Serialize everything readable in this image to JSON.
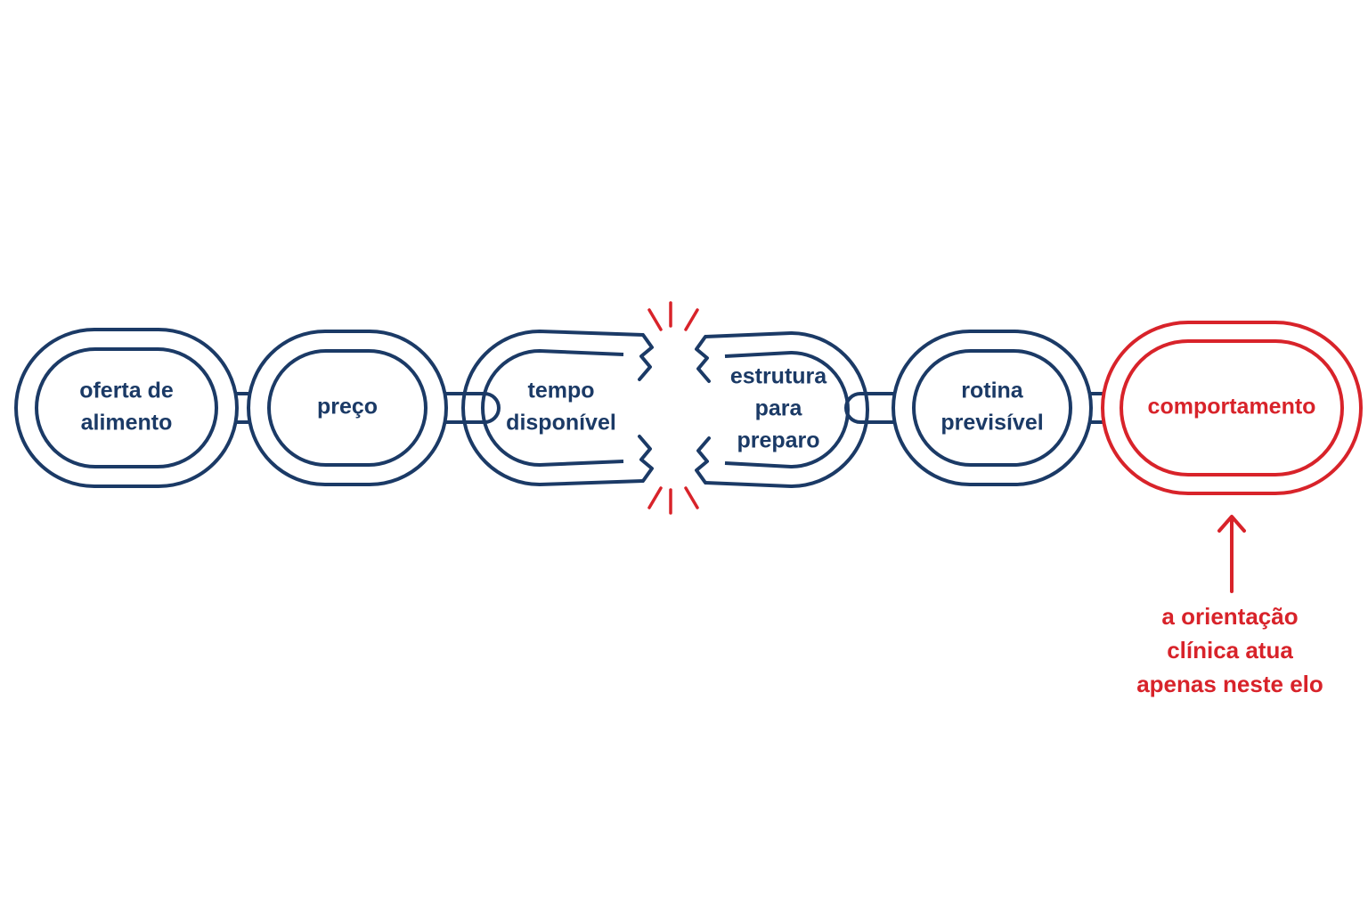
{
  "colors": {
    "navy": "#1b3a66",
    "red": "#d8232a",
    "background": "#ffffff"
  },
  "links": [
    {
      "lines": [
        "oferta de",
        "alimento"
      ],
      "highlight": false
    },
    {
      "lines": [
        "preço"
      ],
      "highlight": false
    },
    {
      "lines": [
        "tempo",
        "disponível"
      ],
      "highlight": false,
      "broken": "right"
    },
    {
      "lines": [
        "estrutura",
        "para",
        "preparo"
      ],
      "highlight": false,
      "broken": "left"
    },
    {
      "lines": [
        "rotina",
        "previsível"
      ],
      "highlight": false
    },
    {
      "lines": [
        "comportamento"
      ],
      "highlight": true
    }
  ],
  "break_marker": "break-burst",
  "annotation": {
    "arrow": "up-arrow",
    "lines": [
      "a orientação",
      "clínica atua",
      "apenas neste elo"
    ]
  }
}
